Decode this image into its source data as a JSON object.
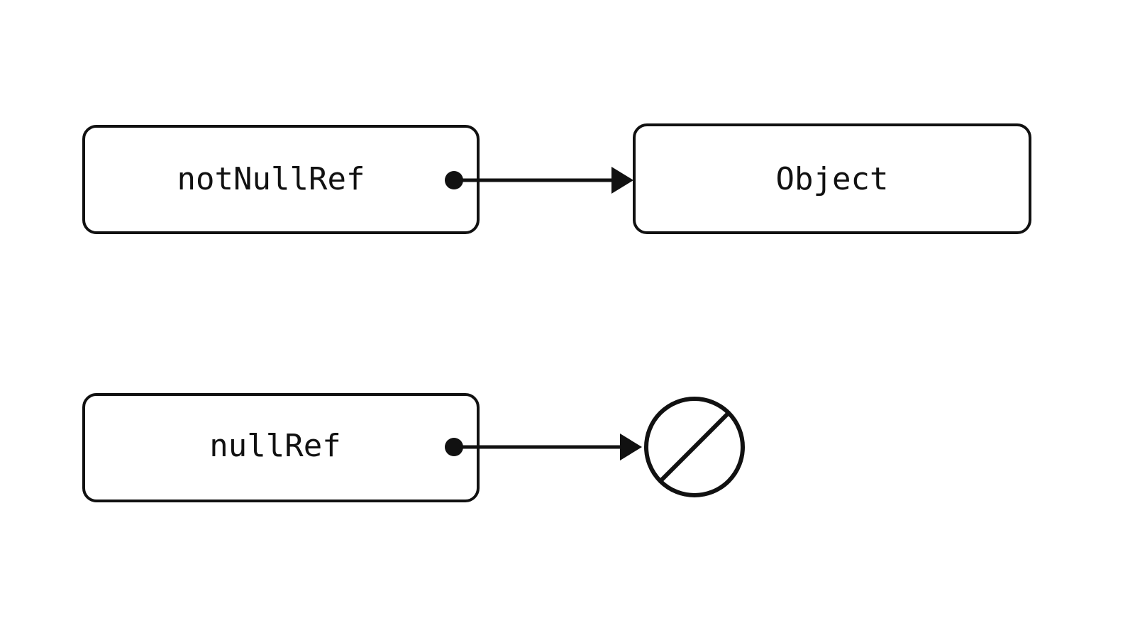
{
  "diagram": {
    "type": "reference-pointer-diagram",
    "background_color": "#ffffff",
    "stroke_color": "#111111",
    "rows": [
      {
        "id": "not-null-row",
        "source_label": "notNullRef",
        "target_kind": "object-box",
        "target_label": "Object",
        "connector": "dot-to-arrow"
      },
      {
        "id": "null-row",
        "source_label": "nullRef",
        "target_kind": "null-symbol",
        "target_label": "",
        "connector": "dot-to-arrow"
      }
    ],
    "icons": {
      "null_symbol_name": "null-slashed-circle-icon",
      "reference_dot_name": "reference-origin-dot",
      "arrow_name": "reference-arrow-icon"
    }
  }
}
